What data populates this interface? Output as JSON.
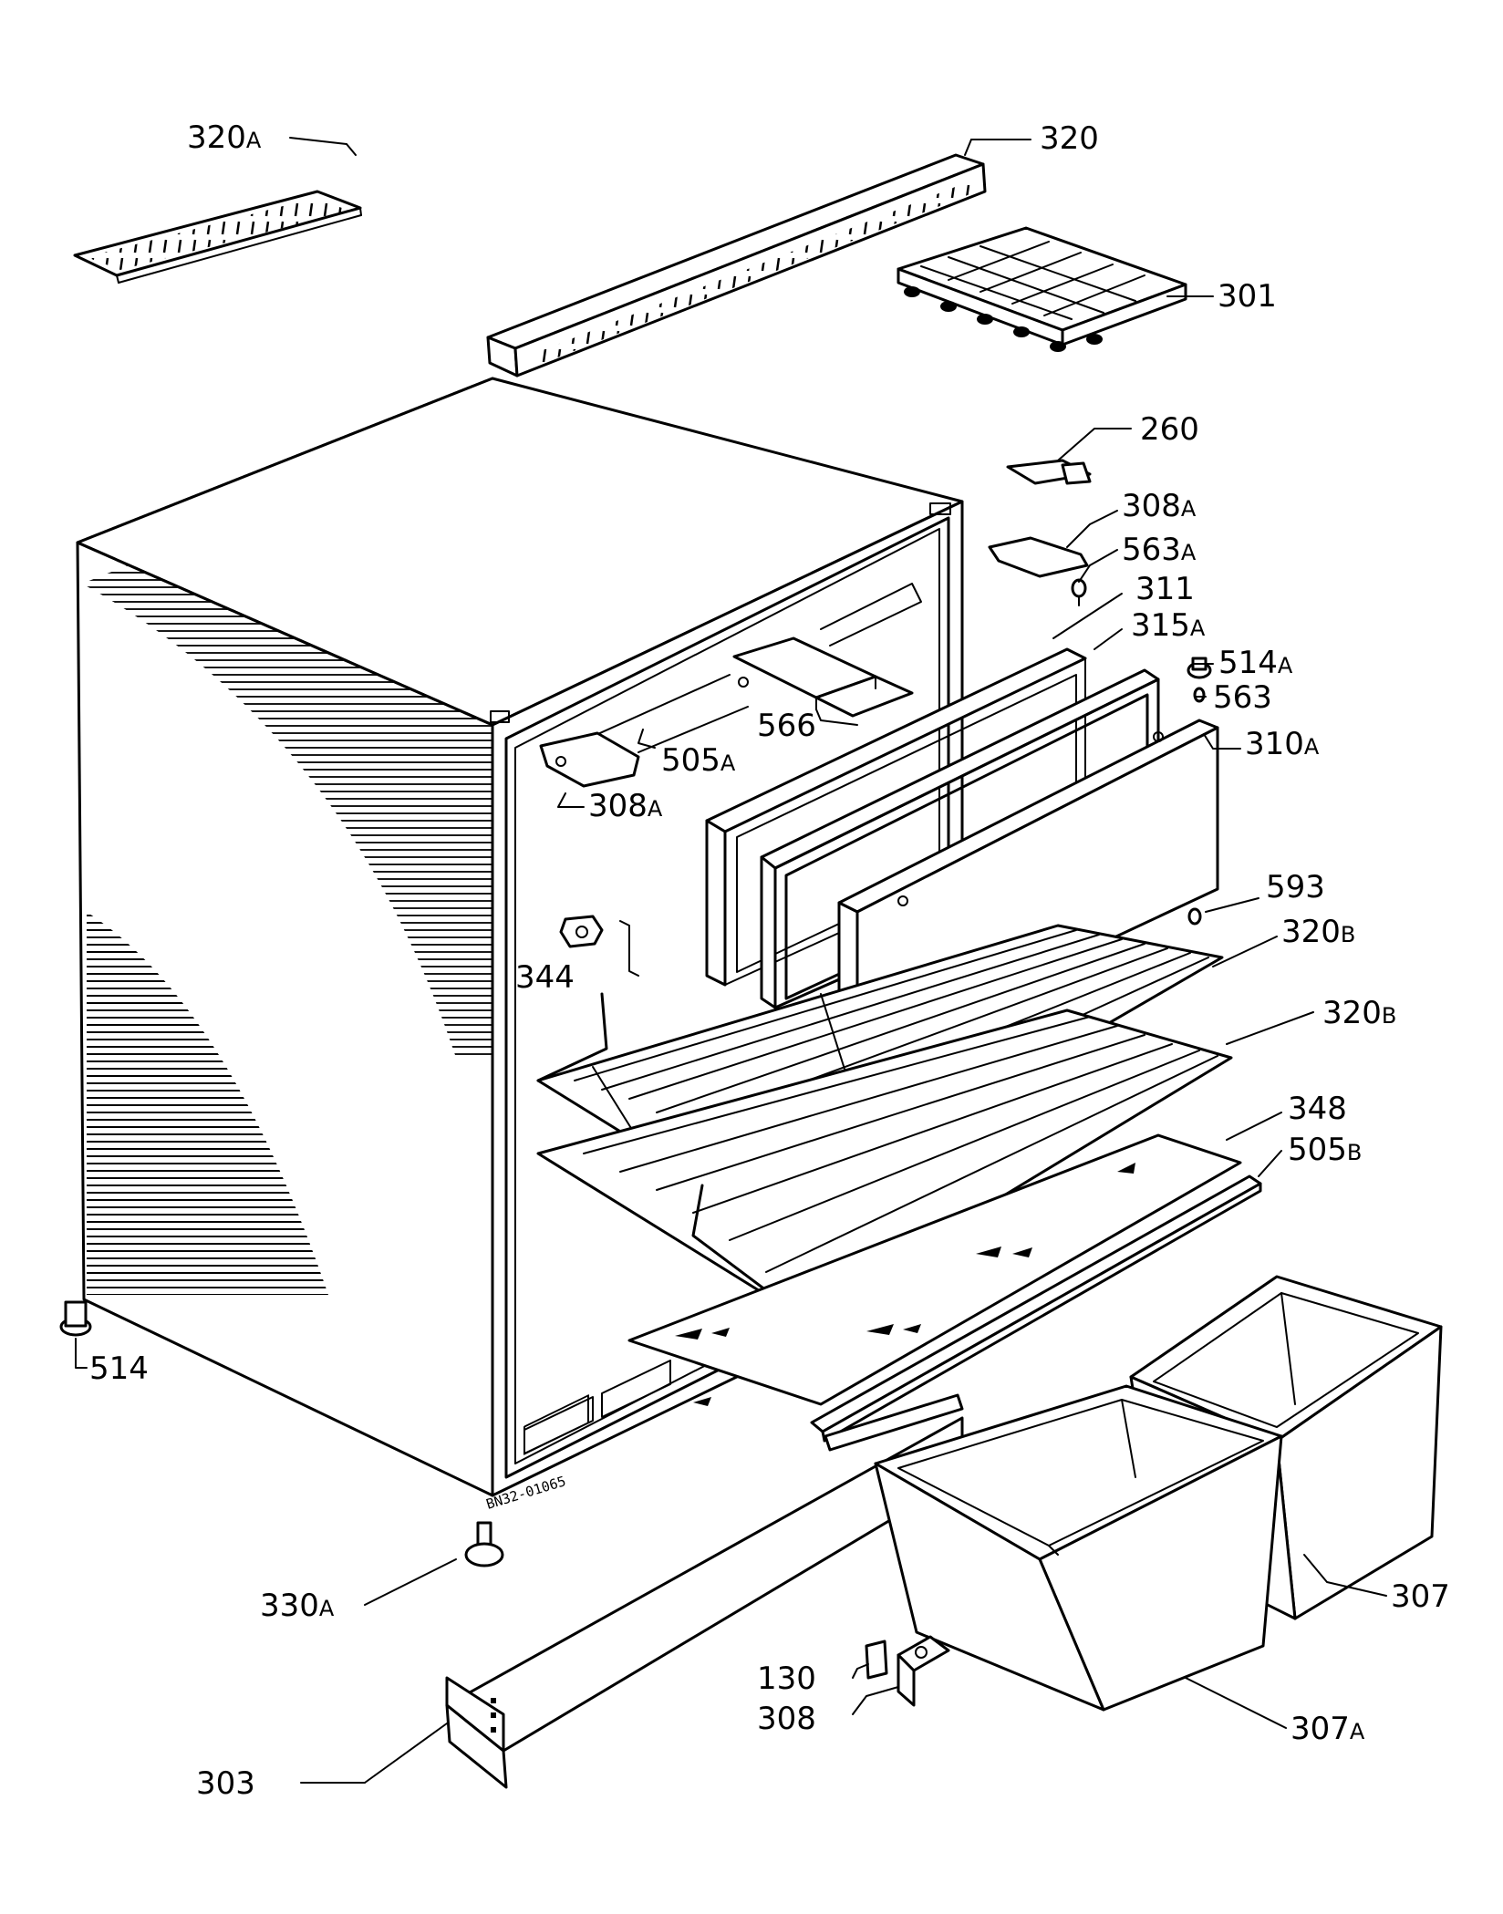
{
  "drawing_code": "BN32-01065",
  "labels": [
    {
      "id": "320a",
      "num": "320",
      "sfx": "A"
    },
    {
      "id": "320",
      "num": "320",
      "sfx": ""
    },
    {
      "id": "301",
      "num": "301",
      "sfx": ""
    },
    {
      "id": "260",
      "num": "260",
      "sfx": ""
    },
    {
      "id": "308a-r",
      "num": "308",
      "sfx": "A"
    },
    {
      "id": "563a",
      "num": "563",
      "sfx": "A"
    },
    {
      "id": "311",
      "num": "311",
      "sfx": ""
    },
    {
      "id": "315a",
      "num": "315",
      "sfx": "A"
    },
    {
      "id": "514a",
      "num": "514",
      "sfx": "A"
    },
    {
      "id": "563",
      "num": "563",
      "sfx": ""
    },
    {
      "id": "310a",
      "num": "310",
      "sfx": "A"
    },
    {
      "id": "566",
      "num": "566",
      "sfx": ""
    },
    {
      "id": "505a",
      "num": "505",
      "sfx": "A"
    },
    {
      "id": "308a-l",
      "num": "308",
      "sfx": "A"
    },
    {
      "id": "593",
      "num": "593",
      "sfx": ""
    },
    {
      "id": "320b-1",
      "num": "320",
      "sfx": "B"
    },
    {
      "id": "344",
      "num": "344",
      "sfx": ""
    },
    {
      "id": "320b-2",
      "num": "320",
      "sfx": "B"
    },
    {
      "id": "348",
      "num": "348",
      "sfx": ""
    },
    {
      "id": "505b",
      "num": "505",
      "sfx": "B"
    },
    {
      "id": "514",
      "num": "514",
      "sfx": ""
    },
    {
      "id": "330a",
      "num": "330",
      "sfx": "A"
    },
    {
      "id": "307",
      "num": "307",
      "sfx": ""
    },
    {
      "id": "130",
      "num": "130",
      "sfx": ""
    },
    {
      "id": "308",
      "num": "308",
      "sfx": ""
    },
    {
      "id": "307a",
      "num": "307",
      "sfx": "A"
    },
    {
      "id": "303",
      "num": "303",
      "sfx": ""
    }
  ]
}
